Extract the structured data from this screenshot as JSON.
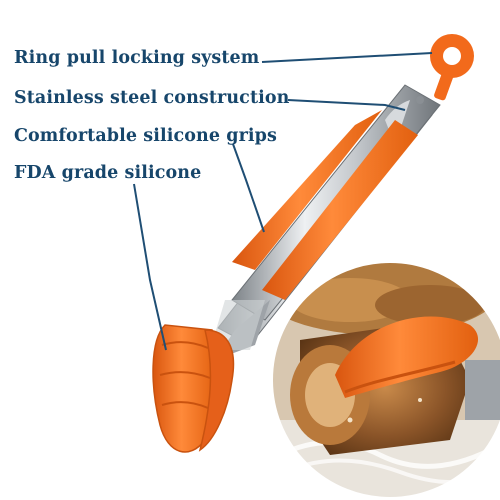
{
  "labels": {
    "ring_pull": "Ring pull locking system",
    "stainless": "Stainless steel construction",
    "grips": "Comfortable silicone grips",
    "fda": "FDA grade silicone"
  },
  "colors": {
    "label_text": "#17466b",
    "pointer_line": "#1f4e74",
    "silicone": "#f26a1b",
    "silicone_dark": "#c9520f",
    "steel_light": "#e6e8ea",
    "steel_dark": "#8a8f94"
  },
  "icons": {
    "ring": "ring-pull-icon",
    "tongs": "kitchen-tongs",
    "food_photo": "pastry-photo"
  }
}
